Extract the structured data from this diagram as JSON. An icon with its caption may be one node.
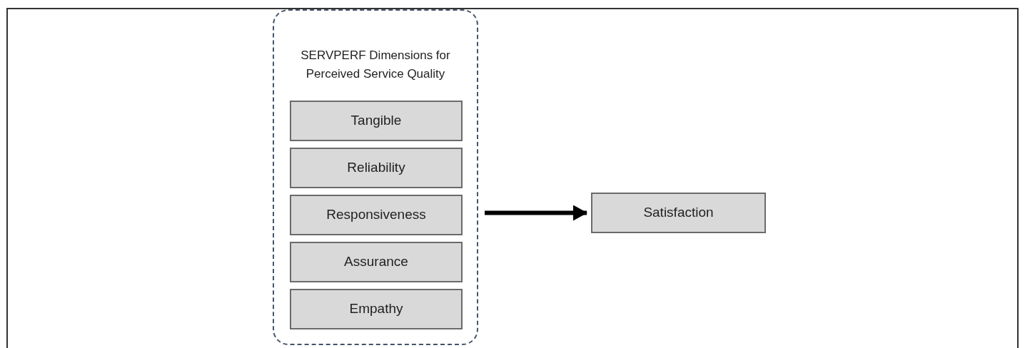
{
  "diagram": {
    "nodes": [
      {
        "text": [
          "SERVPERF Dimensions for Perceived Service Quality"
        ]
      },
      {
        "text": [
          "Tangible"
        ],
        "in": 0
      },
      {
        "text": [
          "Reliability"
        ],
        "in": 0
      },
      {
        "text": [
          "Responsiveness"
        ],
        "in": 0
      },
      {
        "text": [
          "Assurance"
        ],
        "in": 0
      },
      {
        "text": [
          "Empathy"
        ],
        "in": 0
      },
      {
        "text": [
          "Satisfaction"
        ]
      }
    ],
    "edges": [
      {
        "from": 0,
        "to": 6,
        "arrow": "to"
      }
    ]
  }
}
